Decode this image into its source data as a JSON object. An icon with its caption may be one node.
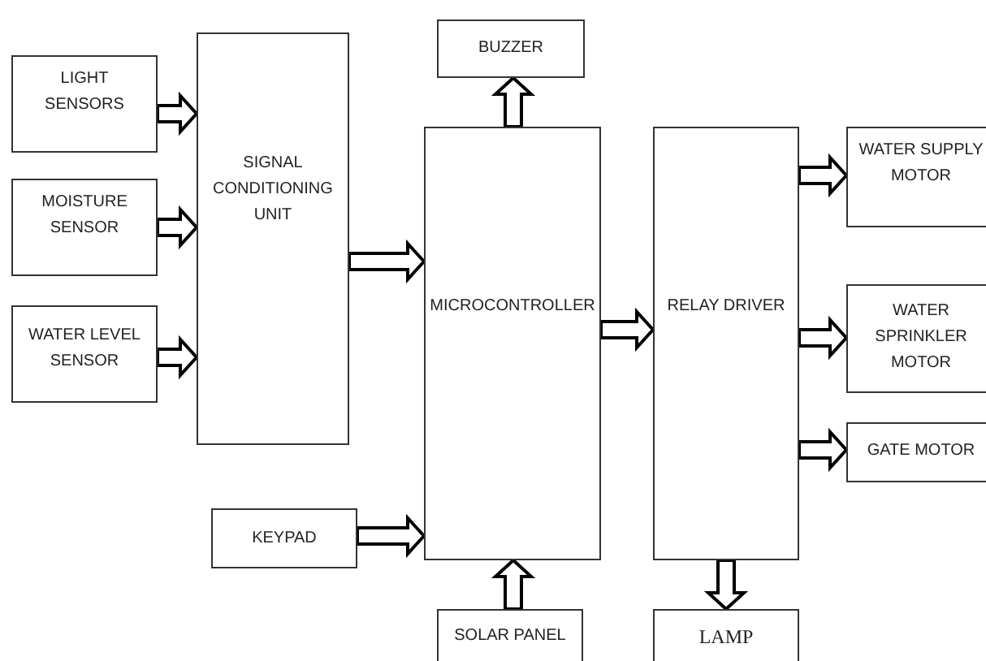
{
  "diagram": {
    "nodes": [
      {
        "text": [
          "LIGHT SENSORS"
        ]
      },
      {
        "text": [
          "MOISTURE SENSOR"
        ]
      },
      {
        "text": [
          "WATER LEVEL SENSOR"
        ]
      },
      {
        "text": [
          "SIGNAL CONDITIONING UNIT"
        ]
      },
      {
        "text": [
          "BUZZER"
        ]
      },
      {
        "text": [
          "MICROCONTROLLER"
        ]
      },
      {
        "text": [
          "KEYPAD"
        ]
      },
      {
        "text": [
          "SOLAR PANEL"
        ]
      },
      {
        "text": [
          "RELAY DRIVER"
        ]
      },
      {
        "text": [
          "WATER SUPPLY MOTOR"
        ]
      },
      {
        "text": [
          "WATER SPRINKLER MOTOR"
        ]
      },
      {
        "text": [
          "GATE MOTOR"
        ]
      },
      {
        "text": [
          "LAMP"
        ]
      }
    ],
    "edges": [
      {
        "from": 0,
        "to": 3,
        "arrow": "to"
      },
      {
        "from": 1,
        "to": 3,
        "arrow": "to"
      },
      {
        "from": 2,
        "to": 3,
        "arrow": "to"
      },
      {
        "from": 3,
        "to": 5,
        "arrow": "to"
      },
      {
        "from": 5,
        "to": 4,
        "arrow": "to"
      },
      {
        "from": 6,
        "to": 5,
        "arrow": "to"
      },
      {
        "from": 7,
        "to": 5,
        "arrow": "to"
      },
      {
        "from": 5,
        "to": 8,
        "arrow": "to"
      },
      {
        "from": 8,
        "to": 9,
        "arrow": "to"
      },
      {
        "from": 8,
        "to": 10,
        "arrow": "to"
      },
      {
        "from": 8,
        "to": 11,
        "arrow": "to"
      },
      {
        "from": 8,
        "to": 12,
        "arrow": "to"
      }
    ]
  }
}
